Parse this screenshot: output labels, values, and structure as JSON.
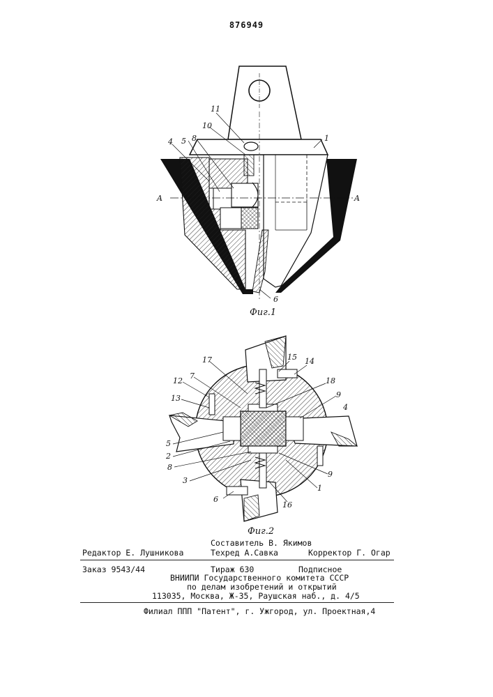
{
  "patent_number": "876949",
  "figures": {
    "fig1": {
      "caption": "Фиг.1",
      "section_label": "A",
      "callouts": [
        "11",
        "10",
        "8",
        "5",
        "4",
        "1",
        "6"
      ]
    },
    "fig2": {
      "caption": "Фиг.2",
      "callouts": [
        "17",
        "7",
        "15",
        "14",
        "18",
        "12",
        "13",
        "9",
        "4",
        "5",
        "2",
        "8",
        "3",
        "9",
        "1",
        "6",
        "16"
      ]
    }
  },
  "colophon": {
    "compiler": "Составитель В. Якимов",
    "editor": "Редактор Е. Лушникова",
    "techred": "Техред А.Савка",
    "corrector": "Корректор Г. Огар",
    "order": "Заказ 9543/44",
    "circulation": "Тираж 630",
    "subscription": "Подписное",
    "org_line1": "ВНИИПИ Государственного комитета СССР",
    "org_line2": "по делам изобретений и открытий",
    "address": "113035, Москва, Ж-35, Раушская наб., д. 4/5",
    "branch": "Филиал ППП \"Патент\", г. Ужгород, ул. Проектная,4"
  }
}
